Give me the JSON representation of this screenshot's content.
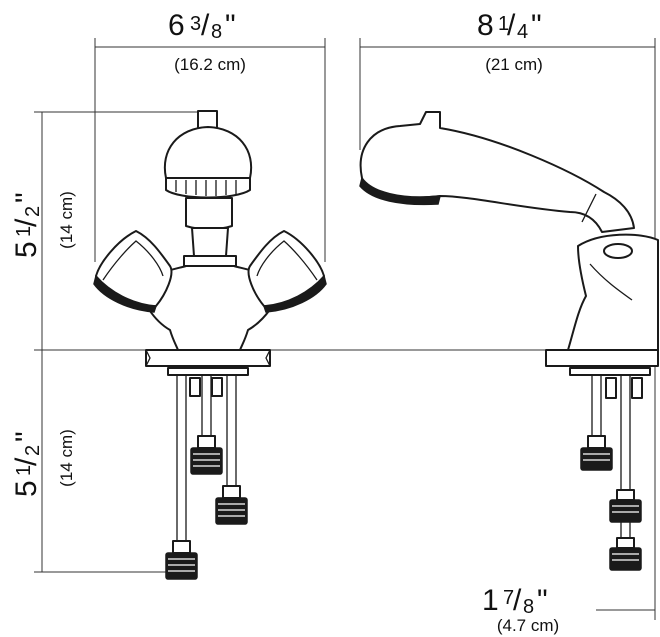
{
  "dimensions": {
    "width_front": {
      "whole": "6",
      "num": "3",
      "den": "8",
      "unit": "\"",
      "metric": "(16.2 cm)"
    },
    "width_side": {
      "whole": "8",
      "num": "1",
      "den": "4",
      "unit": "\"",
      "metric": "(21 cm)"
    },
    "height_above": {
      "whole": "5",
      "num": "1",
      "den": "2",
      "unit": "\"",
      "metric": "(14 cm)"
    },
    "height_below": {
      "whole": "5",
      "num": "1",
      "den": "2",
      "unit": "\"",
      "metric": "(14 cm)"
    },
    "offset": {
      "whole": "1",
      "num": "7",
      "den": "8",
      "unit": "\"",
      "metric": "(4.7 cm)"
    }
  }
}
